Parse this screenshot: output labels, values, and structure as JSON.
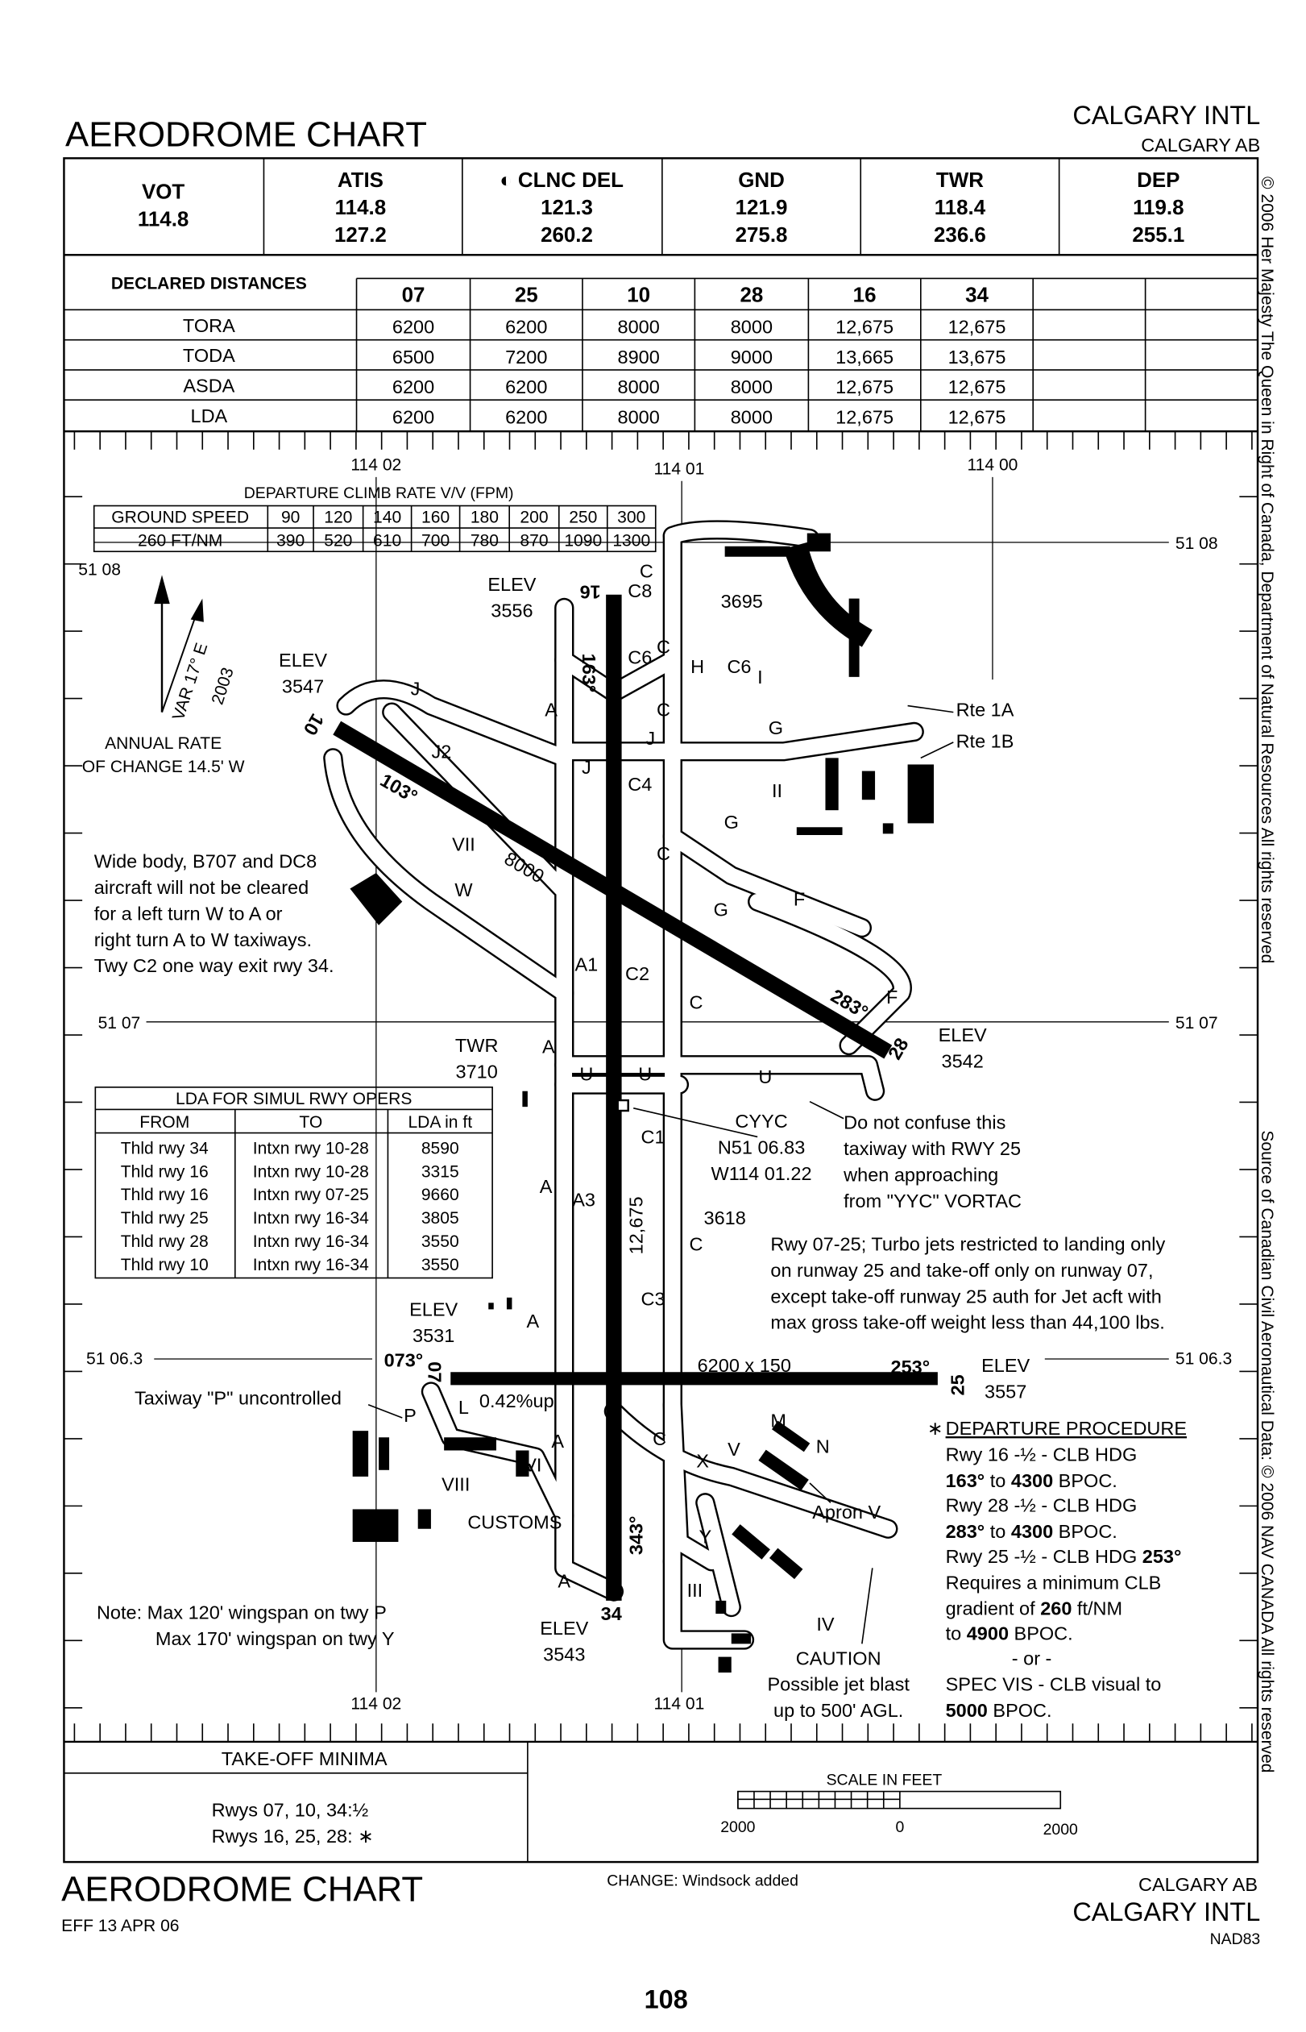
{
  "header": {
    "title": "AERODROME CHART",
    "airport": "CALGARY INTL",
    "city": "CALGARY  AB"
  },
  "frequencies": [
    {
      "label": "VOT",
      "values": [
        "114.8"
      ]
    },
    {
      "label": "ATIS",
      "values": [
        "114.8",
        "127.2"
      ]
    },
    {
      "label": "◐ CLNC DEL",
      "values": [
        "121.3",
        "260.2"
      ]
    },
    {
      "label": "GND",
      "values": [
        "121.9",
        "275.8"
      ]
    },
    {
      "label": "TWR",
      "values": [
        "118.4",
        "236.6"
      ]
    },
    {
      "label": "DEP",
      "values": [
        "119.8",
        "255.1"
      ]
    }
  ],
  "declared_distances": {
    "title": "DECLARED DISTANCES",
    "runways": [
      "07",
      "25",
      "10",
      "28",
      "16",
      "34"
    ],
    "rows": [
      {
        "label": "TORA",
        "values": [
          "6200",
          "6200",
          "8000",
          "8000",
          "12,675",
          "12,675"
        ]
      },
      {
        "label": "TODA",
        "values": [
          "6500",
          "7200",
          "8900",
          "9000",
          "13,665",
          "13,675"
        ]
      },
      {
        "label": "ASDA",
        "values": [
          "6200",
          "6200",
          "8000",
          "8000",
          "12,675",
          "12,675"
        ]
      },
      {
        "label": "LDA",
        "values": [
          "6200",
          "6200",
          "8000",
          "8000",
          "12,675",
          "12,675"
        ]
      }
    ]
  },
  "climb_table": {
    "title": "DEPARTURE CLIMB RATE V/V (FPM)",
    "row1_label": "GROUND SPEED",
    "row1": [
      "90",
      "120",
      "140",
      "160",
      "180",
      "200",
      "250",
      "300"
    ],
    "row2_label": "260 FT/NM",
    "row2": [
      "390",
      "520",
      "610",
      "700",
      "780",
      "870",
      "1090",
      "1300"
    ]
  },
  "lda_table": {
    "title": "LDA FOR SIMUL RWY OPERS",
    "columns": [
      "FROM",
      "TO",
      "LDA in ft"
    ],
    "rows": [
      [
        "Thld rwy 34",
        "Intxn rwy 10-28",
        "8590"
      ],
      [
        "Thld rwy 16",
        "Intxn rwy 10-28",
        "3315"
      ],
      [
        "Thld rwy 16",
        "Intxn rwy 07-25",
        "9660"
      ],
      [
        "Thld rwy 25",
        "Intxn rwy 16-34",
        "3805"
      ],
      [
        "Thld rwy 28",
        "Intxn rwy 16-34",
        "3550"
      ],
      [
        "Thld rwy 10",
        "Intxn rwy 16-34",
        "3550"
      ]
    ]
  },
  "grid": {
    "lon": [
      "114 02",
      "114 01",
      "114 00"
    ],
    "lat": [
      "51 08",
      "51 07",
      "51 06.3"
    ]
  },
  "magvar": {
    "var": "VAR 17° E",
    "year": "2003",
    "rate1": "ANNUAL RATE",
    "rate2": "OF CHANGE 14.5' W"
  },
  "elevations": {
    "label": "ELEV",
    "rwy16": "3556",
    "rwy10": "3547",
    "rwy28": "3542",
    "rwy07": "3531",
    "rwy25": "3557",
    "rwy34": "3543",
    "twr_label": "TWR",
    "twr": "3710",
    "obst1": "3695",
    "obst2": "3618"
  },
  "arp": {
    "id": "CYYC",
    "lat": "N51 06.83",
    "lon": "W114 01.22"
  },
  "runways": {
    "r16": "16",
    "r34": "34",
    "r10": "10",
    "r28": "28",
    "r07": "07",
    "r25": "25",
    "h163": "163°",
    "h343": "343°",
    "h103": "103°",
    "h283": "283°",
    "h073": "073°",
    "h253": "253°",
    "len1028": "8000",
    "len1634": "12,675",
    "dims0725": "6200 x 150",
    "slope": "0.42%",
    "slope_dir": "up"
  },
  "taxiways": [
    "C",
    "C8",
    "C6",
    "C",
    "H",
    "C6",
    "I",
    "A",
    "C",
    "J",
    "J",
    "J2",
    "J",
    "G",
    "II",
    "C4",
    "G",
    "C",
    "VII",
    "W",
    "F",
    "G",
    "A1",
    "C2",
    "C",
    "F",
    "A",
    "U",
    "U",
    "U",
    "C1",
    "A",
    "A3",
    "C",
    "C3",
    "A",
    "L",
    "A",
    "C",
    "M",
    "X",
    "V",
    "N",
    "VIII",
    "VI",
    "Y",
    "III",
    "IV",
    "A",
    "P"
  ],
  "notes": {
    "widebody": [
      "Wide body, B707 and DC8",
      "aircraft will not be cleared",
      "for a left turn W to A or",
      "right turn A to W taxiways.",
      "Twy C2 one way exit rwy 34."
    ],
    "twy_p": "Taxiway \"P\" uncontrolled",
    "wingspan": [
      "Note: Max 120' wingspan on twy P",
      "Max 170' wingspan on twy Y"
    ],
    "caution": [
      "CAUTION",
      "Possible jet blast",
      "up to 500' AGL."
    ],
    "confuse": [
      "Do not confuse this",
      "taxiway with RWY 25",
      "when approaching",
      "from \"YYC\" VORTAC"
    ],
    "rwy0725": [
      "Rwy 07-25; Turbo jets restricted to landing only",
      "on runway 25 and take-off only on runway 07,",
      "except take-off runway 25 auth for Jet acft with",
      "max gross take-off weight less than 44,100 lbs."
    ],
    "rte1a": "Rte 1A",
    "rte1b": "Rte 1B",
    "customs": "CUSTOMS",
    "apron_v": "Apron V"
  },
  "departure_procedure": {
    "title": "DEPARTURE PROCEDURE",
    "l1": "Rwy 16 -½ - CLB HDG",
    "l2a": "163°",
    "l2b": " to ",
    "l2c": "4300",
    "l2d": " BPOC.",
    "l3": "Rwy 28 -½ - CLB HDG",
    "l4a": "283°",
    "l4b": " to ",
    "l4c": "4300",
    "l4d": " BPOC.",
    "l5a": "Rwy 25 -½ - CLB HDG  ",
    "l5b": "253°",
    "l6": "Requires a minimum CLB",
    "l7a": "gradient of ",
    "l7b": "260",
    "l7c": " ft/NM",
    "l8a": "to ",
    "l8b": "4900",
    "l8c": " BPOC.",
    "l9": "- or -",
    "l10": "SPEC VIS - CLB visual to",
    "l11a": "5000",
    "l11b": " BPOC."
  },
  "takeoff_minima": {
    "title": "TAKE-OFF MINIMA",
    "l1": "Rwys 07, 10, 34:½",
    "l2": "Rwys 16, 25, 28: ∗"
  },
  "scale": {
    "title": "SCALE IN FEET",
    "left": "2000",
    "zero": "0",
    "right": "2000"
  },
  "footer": {
    "title": "AERODROME CHART",
    "eff": "EFF 13 APR 06",
    "change": "CHANGE: Windsock added",
    "city": "CALGARY  AB",
    "airport": "CALGARY INTL",
    "datum": "NAD83",
    "page": "108"
  },
  "copyright": {
    "c1": "© 2006 Her Majesty The Queen in Right of Canada, Department of Natural Resources All rights reserved",
    "c2": "Source of Canadian Civil Aeronautical Data: © 2006 NAV CANADA All rights reserved"
  }
}
